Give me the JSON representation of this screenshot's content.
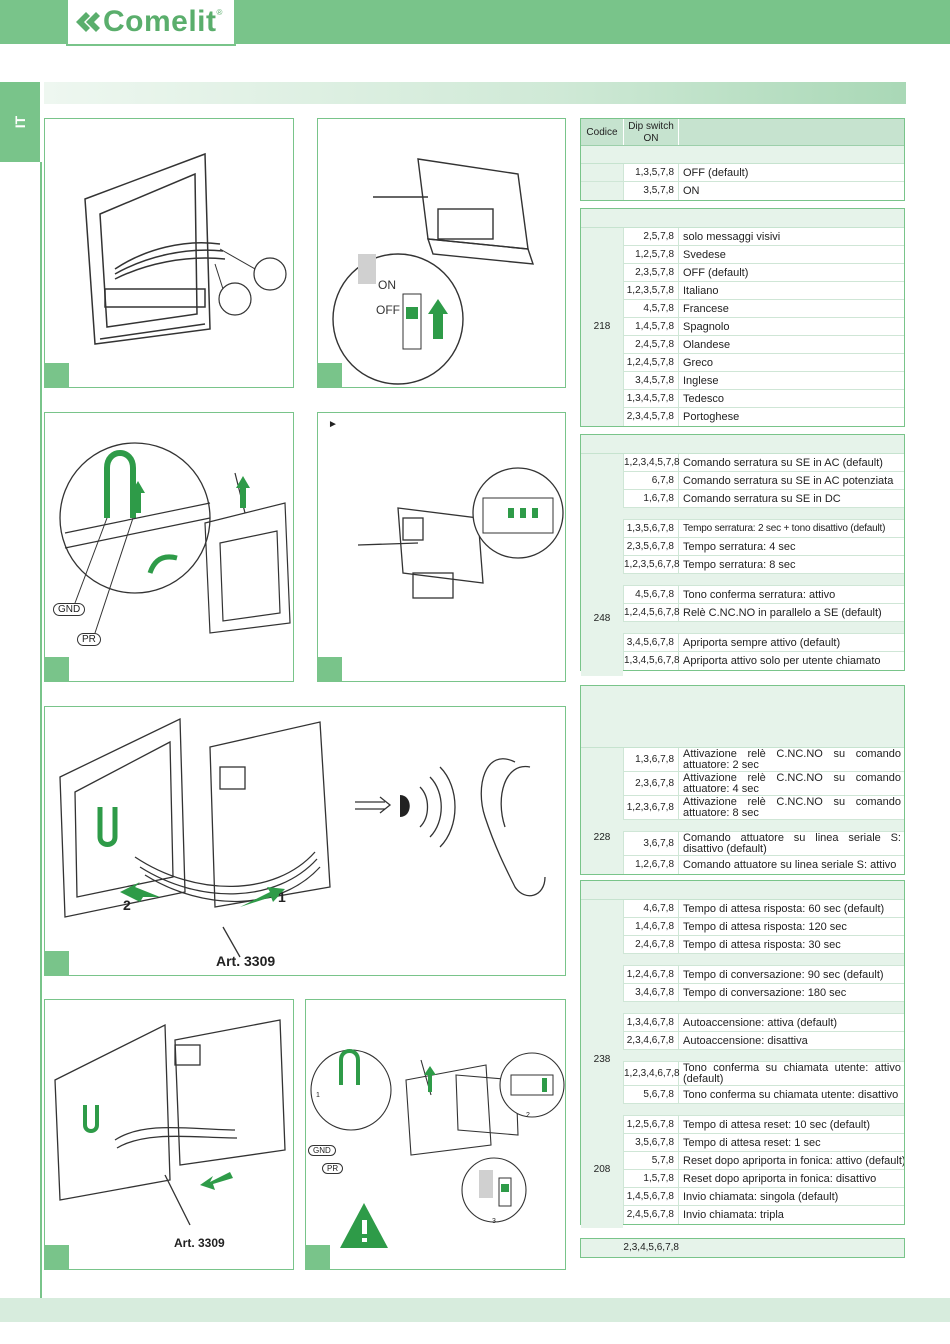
{
  "brand": {
    "name": "Comelit",
    "reg": "®"
  },
  "side_tab": "IT",
  "figures": {
    "art_label_1": "Art. 3309",
    "art_label_2": "Art. 3309",
    "gnd": "GND",
    "pr": "PR",
    "gnd_small": "GND",
    "pr_small": "PR",
    "switch_on": "ON",
    "switch_off": "OFF",
    "arrow_num_1": "1",
    "arrow_num_2": "2",
    "small_1": "1",
    "small_2": "2",
    "small_3": "3",
    "bullet": "►"
  },
  "table_header": {
    "codice": "Codice",
    "dip": "Dip switch ON"
  },
  "table1": [
    {
      "dip": "1,3,5,7,8",
      "desc": "OFF (default)"
    },
    {
      "dip": "3,5,7,8",
      "desc": "ON"
    }
  ],
  "table2": {
    "code": "218",
    "rows": [
      {
        "dip": "2,5,7,8",
        "desc": "solo messaggi visivi"
      },
      {
        "dip": "1,2,5,7,8",
        "desc": "Svedese"
      },
      {
        "dip": "2,3,5,7,8",
        "desc": "OFF (default)"
      },
      {
        "dip": "1,2,3,5,7,8",
        "desc": "Italiano"
      },
      {
        "dip": "4,5,7,8",
        "desc": "Francese"
      },
      {
        "dip": "1,4,5,7,8",
        "desc": "Spagnolo"
      },
      {
        "dip": "2,4,5,7,8",
        "desc": "Olandese"
      },
      {
        "dip": "1,2,4,5,7,8",
        "desc": "Greco"
      },
      {
        "dip": "3,4,5,7,8",
        "desc": "Inglese"
      },
      {
        "dip": "1,3,4,5,7,8",
        "desc": "Tedesco"
      },
      {
        "dip": "2,3,4,5,7,8",
        "desc": "Portoghese"
      }
    ]
  },
  "table3": {
    "code": "248",
    "groups": [
      [
        {
          "dip": "1,2,3,4,5,7,8",
          "desc": "Comando serratura su SE in AC (default)"
        },
        {
          "dip": "6,7,8",
          "desc": "Comando serratura su SE in AC potenziata"
        },
        {
          "dip": "1,6,7,8",
          "desc": "Comando serratura su SE in DC"
        }
      ],
      [
        {
          "dip": "1,3,5,6,7,8",
          "desc": "Tempo serratura: 2 sec + tono disattivo (default)"
        },
        {
          "dip": "2,3,5,6,7,8",
          "desc": "Tempo serratura: 4 sec"
        },
        {
          "dip": "1,2,3,5,6,7,8",
          "desc": "Tempo serratura: 8 sec"
        }
      ],
      [
        {
          "dip": "4,5,6,7,8",
          "desc": "Tono conferma serratura: attivo"
        },
        {
          "dip": "1,2,4,5,6,7,8",
          "desc": "Relè C.NC.NO in parallelo a SE (default)"
        }
      ],
      [
        {
          "dip": "3,4,5,6,7,8",
          "desc": "Apriporta sempre attivo (default)"
        },
        {
          "dip": "1,3,4,5,6,7,8",
          "desc": "Apriporta attivo solo per utente chiamato"
        }
      ]
    ]
  },
  "table4": {
    "code": "228",
    "groups": [
      [
        {
          "dip": "1,3,6,7,8",
          "desc": "Attivazione relè C.NC.NO su comando attuatore: 2 sec"
        },
        {
          "dip": "2,3,6,7,8",
          "desc": "Attivazione relè C.NC.NO su comando attuatore: 4 sec"
        },
        {
          "dip": "1,2,3,6,7,8",
          "desc": "Attivazione relè C.NC.NO su comando attuatore: 8 sec"
        }
      ],
      [
        {
          "dip": "3,6,7,8",
          "desc": "Comando attuatore su linea seriale S: disattivo (default)"
        },
        {
          "dip": "1,2,6,7,8",
          "desc": "Comando attuatore su linea seriale S: attivo"
        }
      ]
    ]
  },
  "table5": {
    "code1": "238",
    "code2": "208",
    "groups": [
      [
        {
          "dip": "4,6,7,8",
          "desc": "Tempo di attesa risposta: 60 sec (default)"
        },
        {
          "dip": "1,4,6,7,8",
          "desc": "Tempo di attesa risposta: 120 sec"
        },
        {
          "dip": "2,4,6,7,8",
          "desc": "Tempo di attesa risposta: 30 sec"
        }
      ],
      [
        {
          "dip": "1,2,4,6,7,8",
          "desc": "Tempo di conversazione: 90 sec (default)"
        },
        {
          "dip": "3,4,6,7,8",
          "desc": "Tempo di conversazione: 180 sec"
        }
      ],
      [
        {
          "dip": "1,3,4,6,7,8",
          "desc": "Autoaccensione: attiva (default)"
        },
        {
          "dip": "2,3,4,6,7,8",
          "desc": "Autoaccensione: disattiva"
        }
      ],
      [
        {
          "dip": "1,2,3,4,6,7,8",
          "desc": "Tono conferma su chiamata utente: attivo (default)"
        },
        {
          "dip": "5,6,7,8",
          "desc": "Tono conferma su chiamata utente: disattivo"
        }
      ],
      [
        {
          "dip": "1,2,5,6,7,8",
          "desc": "Tempo di attesa reset: 10 sec (default)"
        },
        {
          "dip": "3,5,6,7,8",
          "desc": "Tempo di attesa reset: 1 sec"
        },
        {
          "dip": "5,7,8",
          "desc": "Reset dopo apriporta in fonica: attivo (default)"
        },
        {
          "dip": "1,5,7,8",
          "desc": "Reset dopo apriporta in fonica: disattivo"
        },
        {
          "dip": "1,4,5,6,7,8",
          "desc": "Invio chiamata: singola (default)"
        },
        {
          "dip": "2,4,5,6,7,8",
          "desc": "Invio chiamata: tripla"
        }
      ]
    ]
  },
  "table6": {
    "dip": "2,3,4,5,6,7,8"
  }
}
